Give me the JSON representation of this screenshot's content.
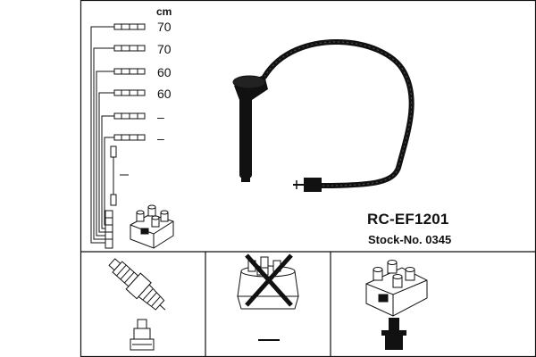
{
  "header": {
    "unit": "cm",
    "lengths": [
      "70",
      "70",
      "60",
      "60",
      "–",
      "–"
    ],
    "part_number": "RC-EF1201",
    "stock_number": "Stock-No. 0345"
  },
  "panels": [
    {
      "icon": "spark-plug-icon",
      "connector": "plug-terminal-icon",
      "compatible": true
    },
    {
      "icon": "distributor-cap-icon",
      "connector": "dash-icon",
      "compatible": false
    },
    {
      "icon": "ignition-coil-icon",
      "connector": "coil-terminal-icon",
      "compatible": true
    }
  ],
  "colors": {
    "line": "#111111",
    "background": "#ffffff"
  }
}
